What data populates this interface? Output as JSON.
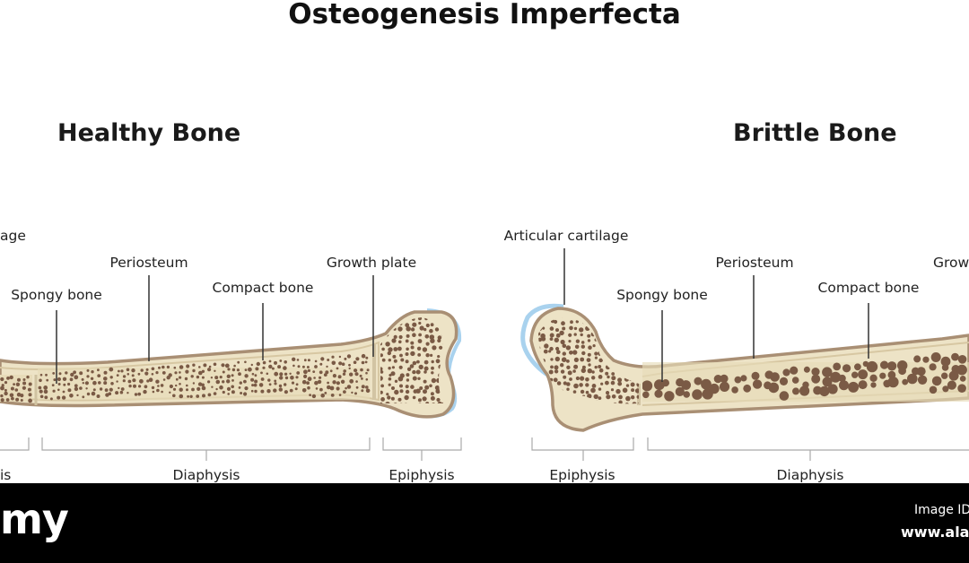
{
  "title": "Osteogenesis Imperfecta",
  "healthy": {
    "heading": "Healthy Bone",
    "labels": {
      "articular_cartilage": "age",
      "spongy_bone": "Spongy bone",
      "periosteum": "Periosteum",
      "compact_bone": "Compact bone",
      "growth_plate": "Growth plate"
    },
    "regions": {
      "left": "is",
      "middle": "Diaphysis",
      "right": "Epiphysis"
    }
  },
  "brittle": {
    "heading": "Brittle Bone",
    "labels": {
      "articular_cartilage": "Articular cartilage",
      "spongy_bone": "Spongy bone",
      "periosteum": "Periosteum",
      "compact_bone": "Compact bone",
      "growth_plate": "Grow"
    },
    "regions": {
      "left": "Epiphysis",
      "middle": "Diaphysis"
    }
  },
  "footer": {
    "logo": "my",
    "image_id": "Image ID",
    "url": "www.ala"
  },
  "colors": {
    "bone_fill": "#ede3c6",
    "bone_outline": "#a98f74",
    "spongy_fill": "#e7dbb9",
    "dot": "#7a5a45",
    "cartilage": "#a9d2ee",
    "guide": "#333333",
    "bracket": "#aaaaaa"
  }
}
